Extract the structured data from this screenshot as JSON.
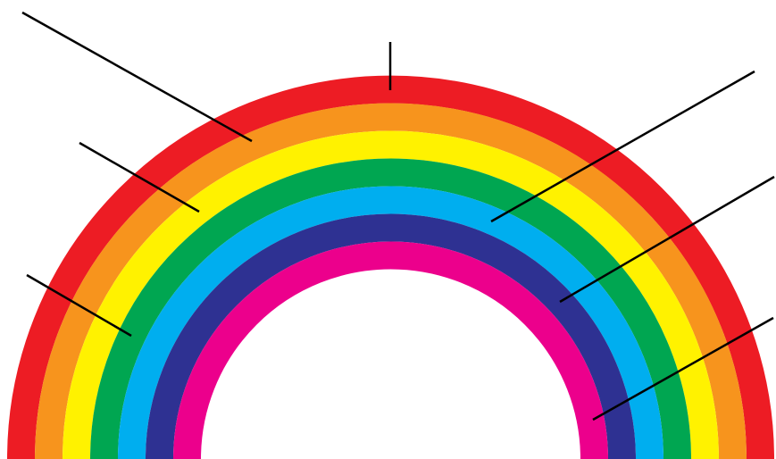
{
  "diagram": {
    "type": "rainbow-label-diagram",
    "bands": [
      {
        "name": "red",
        "color": "#ED1C24"
      },
      {
        "name": "orange",
        "color": "#F7941D"
      },
      {
        "name": "yellow",
        "color": "#FFF200"
      },
      {
        "name": "green",
        "color": "#00A651"
      },
      {
        "name": "blue",
        "color": "#00AEEF"
      },
      {
        "name": "indigo",
        "color": "#2E3192"
      },
      {
        "name": "violet",
        "color": "#EC008C"
      }
    ],
    "labels": [],
    "leader_line_color": "#000000",
    "background": "#FFFFFF"
  }
}
